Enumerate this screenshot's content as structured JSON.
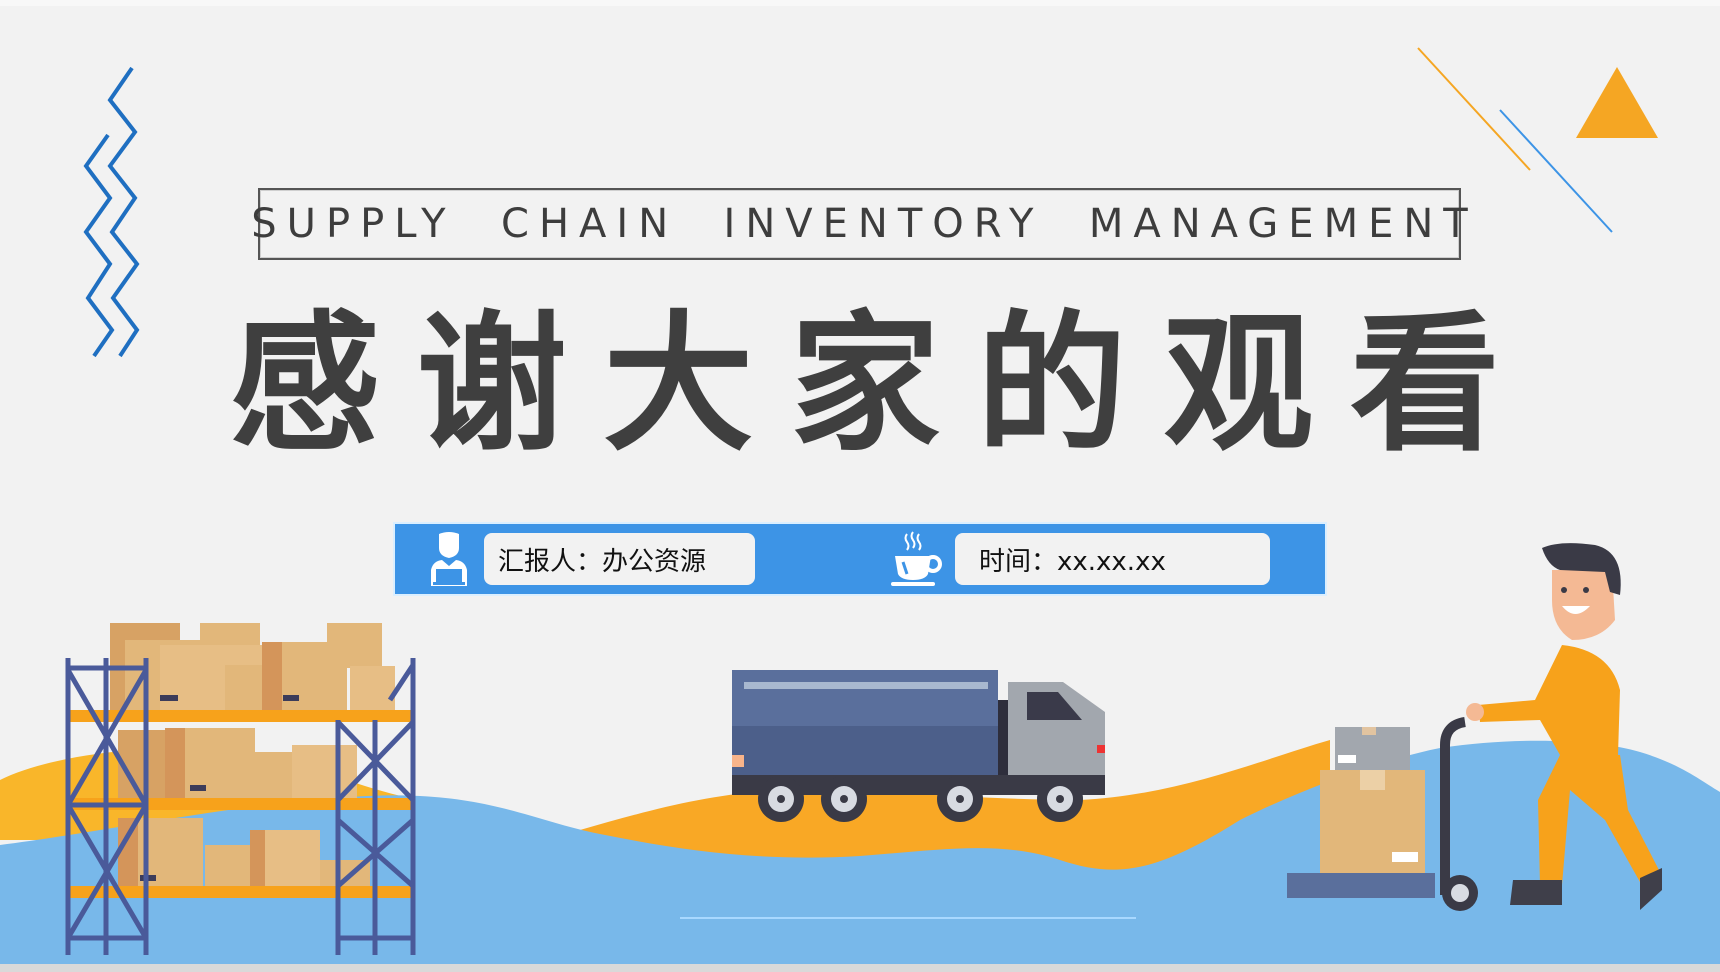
{
  "slide": {
    "subtitle_en": "SUPPLY  CHAIN  INVENTORY  MANAGEMENT",
    "title_cn_chars": [
      "感",
      "谢",
      "大",
      "家",
      "的",
      "观",
      "看"
    ],
    "title_cn": "感谢大家的观看",
    "info_bar": {
      "reporter_label": "汇报人：办公资源",
      "time_label": "时间：xx.xx.xx",
      "reporter_icon": "person-laptop-icon",
      "time_icon": "coffee-cup-icon"
    }
  },
  "colors": {
    "background": "#f2f2f2",
    "title_text": "#3f3f3f",
    "info_bar_blue": "#3d94e6",
    "wave_blue": "#78b8ea",
    "wave_orange": "#f9a825",
    "accent_orange": "#f5a623",
    "zigzag_blue": "#1f6fc1",
    "shelf_frame": "#4a5a9a",
    "shelf_beam": "#f7a21b",
    "box_tan": "#e2b77a",
    "truck_body": "#4e6490",
    "truck_cab": "#a2a7ae"
  },
  "illustrations": {
    "left": "warehouse-shelf-with-boxes",
    "center": "delivery-truck",
    "right": "worker-with-hand-truck"
  }
}
